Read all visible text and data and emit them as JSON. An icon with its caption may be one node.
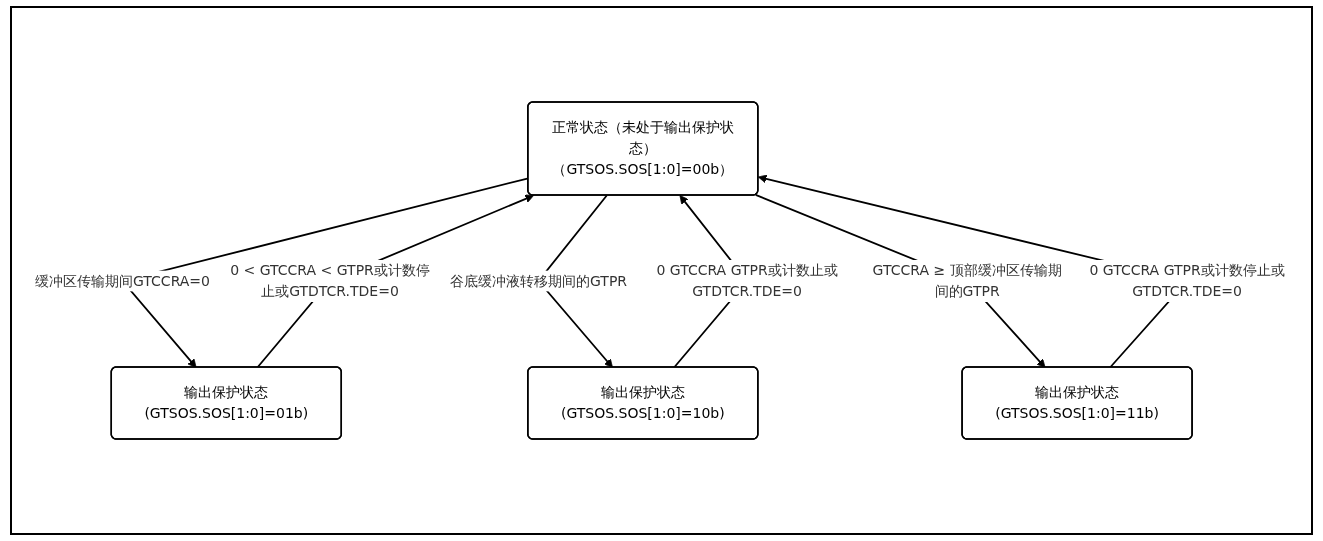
{
  "diagram": {
    "nodes": [
      {
        "text": [
          "正常状态（未处于输出保护状态）（GTSOS.SOS[1:0]=00b）"
        ]
      },
      {
        "text": [
          "输出保护状态(GTSOS.SOS[1:0]=01b)"
        ]
      },
      {
        "text": [
          "输出保护状态(GTSOS.SOS[1:0]=10b)"
        ]
      },
      {
        "text": [
          "输出保护状态(GTSOS.SOS[1:0]=11b)"
        ]
      }
    ],
    "edges": [
      {
        "from": 1,
        "to": 0,
        "arrow": "to",
        "label": "0 < GTCCRA < GTPR或计数停止或GTDTCR.TDE=0"
      },
      {
        "from": 0,
        "to": 1,
        "arrow": "to",
        "label": "缓冲区传输期间GTCCRA=0"
      },
      {
        "from": 0,
        "to": 2,
        "arrow": "to",
        "label": "谷底缓冲液转移期间的GTPR"
      },
      {
        "from": 2,
        "to": 0,
        "arrow": "to",
        "label": "0 GTCCRA GTPR或计数止或GTDTCR.TDE=0"
      },
      {
        "from": 0,
        "to": 3,
        "arrow": "to",
        "label": "GTCCRA ≥ 顶部缓冲区传输期间的GTPR"
      },
      {
        "from": 3,
        "to": 0,
        "arrow": "to",
        "label": "0 GTCCRA GTPR或计数停止或GTDTCR.TDE=0"
      }
    ]
  }
}
